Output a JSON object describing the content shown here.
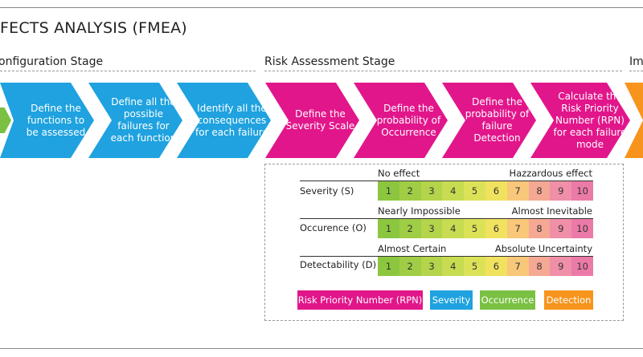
{
  "title": "FECTS ANALYSIS (FMEA)",
  "stages": [
    {
      "label": "onfiguration Stage"
    },
    {
      "label": "Risk Assessment Stage"
    },
    {
      "label": "Im"
    }
  ],
  "steps": [
    {
      "text": [
        "Define the",
        "functions to",
        "be assessed"
      ],
      "color": "#1fa2df"
    },
    {
      "text": [
        "Define all the",
        "possible",
        "failures for",
        "each function"
      ],
      "color": "#1fa2df"
    },
    {
      "text": [
        "Identify all the",
        "consequences",
        "for each failure"
      ],
      "color": "#1fa2df"
    },
    {
      "text": [
        "Define the",
        "Severity Scale"
      ],
      "color": "#e2168b"
    },
    {
      "text": [
        "Define the",
        "probability of",
        "Occurrence"
      ],
      "color": "#e2168b"
    },
    {
      "text": [
        "Define the",
        "probability of",
        "failure",
        "Detection"
      ],
      "color": "#e2168b"
    },
    {
      "text": [
        "Calculate the",
        "Risk Priority",
        "Number (RPN)",
        "for each failure",
        "mode"
      ],
      "color": "#e2168b"
    }
  ],
  "scales": [
    {
      "label": "Severity (S)",
      "low": "No effect",
      "high": "Hazzardous effect"
    },
    {
      "label": "Occurence (O)",
      "low": "Nearly Impossible",
      "high": "Almost Inevitable"
    },
    {
      "label": "Detectability (D)",
      "low": "Almost Certain",
      "high": "Absolute Uncertainty"
    }
  ],
  "scale_values": [
    "1",
    "2",
    "3",
    "4",
    "5",
    "6",
    "7",
    "8",
    "9",
    "10"
  ],
  "scale_colors": [
    "#8cc63f",
    "#9fcd45",
    "#b3d44b",
    "#c8dc52",
    "#dce258",
    "#f0e25e",
    "#f8c77a",
    "#f5a893",
    "#f08fa8",
    "#ec7aa8"
  ],
  "legend": [
    {
      "label": "Risk Priority Number (RPN)",
      "color": "#e2168b"
    },
    {
      "label": "Severity",
      "color": "#1fa2df"
    },
    {
      "label": "Occurrence",
      "color": "#7ac143"
    },
    {
      "label": "Detection",
      "color": "#f7941d"
    }
  ],
  "colors": {
    "green_edge": "#7ac143",
    "orange_edge": "#f7941d"
  }
}
